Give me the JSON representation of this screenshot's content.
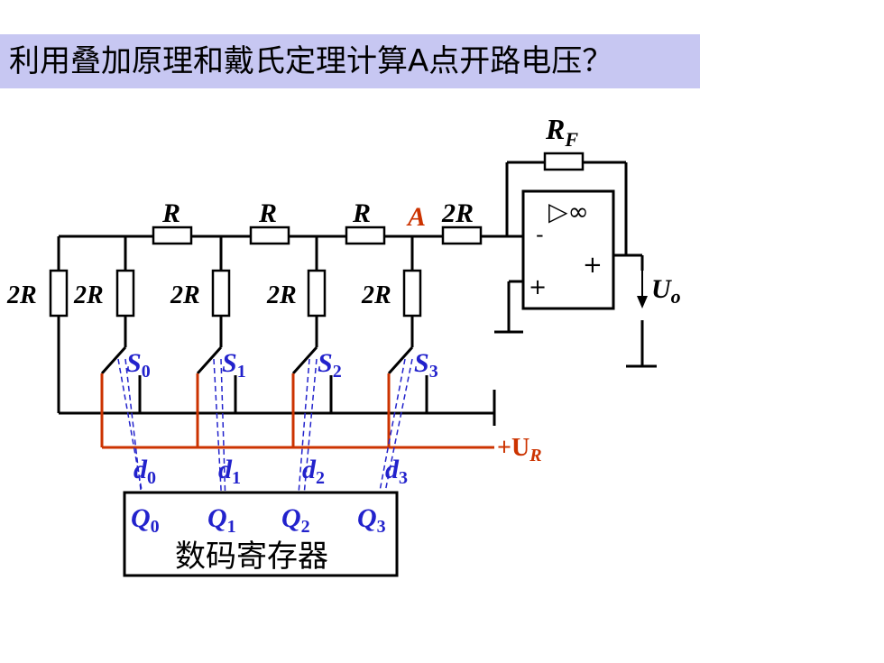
{
  "title": "利用叠加原理和戴氏定理计算A点开路电压？",
  "labels": {
    "rf": "R",
    "rf_sub": "F",
    "r1": "R",
    "r2": "R",
    "r3": "R",
    "node_a": "A",
    "r_2r_top": "2R",
    "v2r0": "2R",
    "v2r1": "2R",
    "v2r2": "2R",
    "v2r3": "2R",
    "v2r4": "2R",
    "opamp_inf": "▷∞",
    "opamp_minus": "-",
    "opamp_plus_in": "+",
    "opamp_plus_out": "+",
    "uo": "U",
    "uo_sub": "o",
    "ur_prefix": "+U",
    "ur_sub": "R",
    "s_base": "S",
    "d_base": "d",
    "q_base": "Q",
    "subs": [
      "0",
      "1",
      "2",
      "3"
    ],
    "register": "数码寄存器"
  },
  "colors": {
    "wire": "#000000",
    "ref_wire": "#cc3300",
    "control": "#2222cc",
    "title_bg": "#c7c7f2"
  }
}
